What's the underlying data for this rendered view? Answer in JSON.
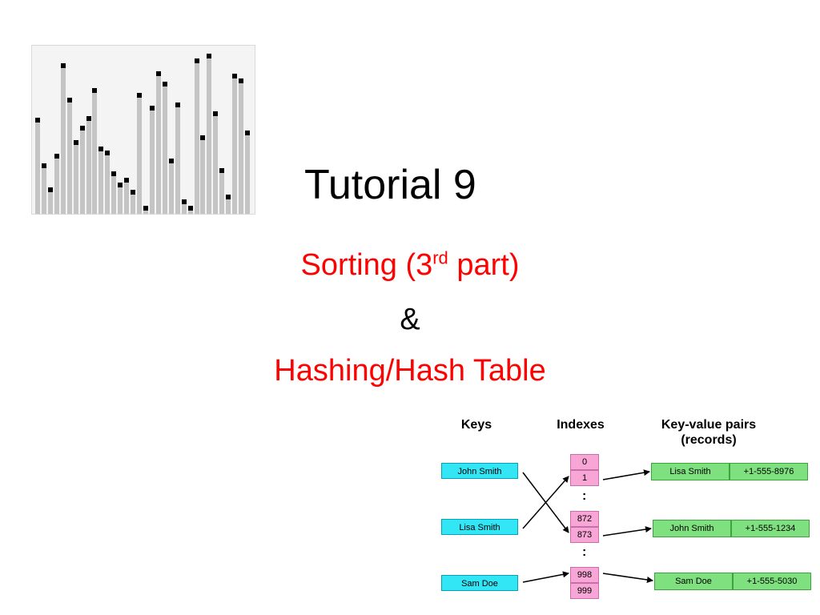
{
  "slide": {
    "title": "Tutorial 9",
    "subtitle_line1_a": "Sorting (3",
    "subtitle_line1_sup": "rd",
    "subtitle_line1_b": " part)",
    "subtitle_line2": "&",
    "subtitle_line3": "Hashing/Hash Table"
  },
  "colors": {
    "accent_red": "#ff0000",
    "key_fill": "#33e6f5",
    "index_fill": "#f7a6d6",
    "record_fill": "#7fe07f",
    "bar_fill": "#c4c4c4"
  },
  "sorting_visual": {
    "bar_levels": [
      0.58,
      0.29,
      0.14,
      0.35,
      0.93,
      0.71,
      0.44,
      0.53,
      0.59,
      0.77,
      0.4,
      0.37,
      0.24,
      0.17,
      0.2,
      0.12,
      0.74,
      0.02,
      0.66,
      0.88,
      0.81,
      0.32,
      0.68,
      0.06,
      0.02,
      0.96,
      0.47,
      0.99,
      0.62,
      0.26,
      0.09,
      0.86,
      0.83,
      0.5
    ]
  },
  "hash_table": {
    "headers": {
      "keys": "Keys",
      "indexes": "Indexes",
      "pairs_line1": "Key-value pairs",
      "pairs_line2": "(records)"
    },
    "keys": [
      "John Smith",
      "Lisa Smith",
      "Sam Doe"
    ],
    "indexes": [
      "0",
      "1",
      "872",
      "873",
      "998",
      "999"
    ],
    "vertical_ellipsis": ":",
    "records": [
      {
        "name": "Lisa Smith",
        "phone": "+1-555-8976"
      },
      {
        "name": "John Smith",
        "phone": "+1-555-1234"
      },
      {
        "name": "Sam Doe",
        "phone": "+1-555-5030"
      }
    ]
  }
}
